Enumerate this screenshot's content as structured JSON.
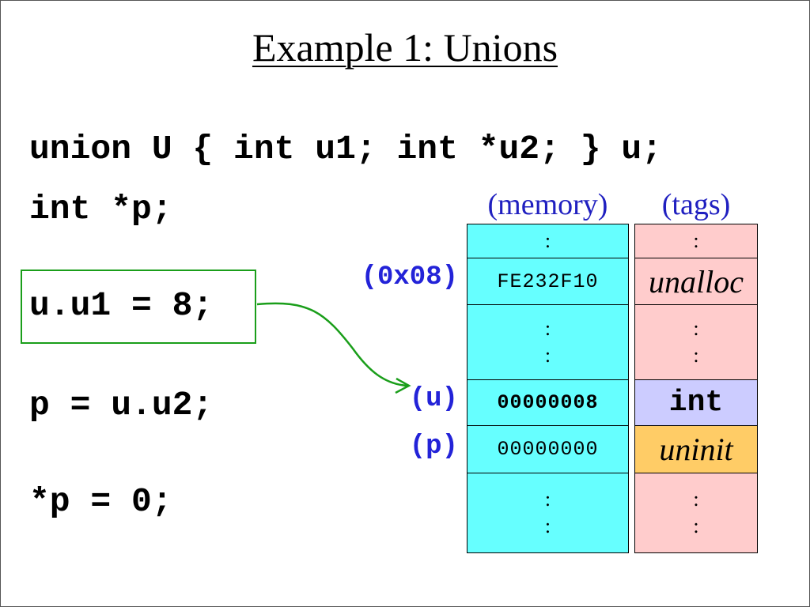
{
  "slide": {
    "title": "Example 1: Unions"
  },
  "code": {
    "line1": "union U { int u1; int *u2; } u;",
    "line2": "int *p;",
    "line3": "u.u1 = 8;",
    "line4": "p = u.u2;",
    "line5": "*p = 0;"
  },
  "headers": {
    "memory": "(memory)",
    "tags": "(tags)"
  },
  "addresses": {
    "addr_0x08": "(0x08)",
    "u": "(u)",
    "p": "(p)"
  },
  "memory": {
    "row0": [
      ":"
    ],
    "row1": [
      "FE232F10"
    ],
    "row2": [
      ":",
      ":"
    ],
    "row3": [
      "00000008"
    ],
    "row4": [
      "00000000"
    ],
    "row5": [
      ":",
      ":"
    ]
  },
  "tags": {
    "row0": [
      ":"
    ],
    "row1": [
      "unalloc"
    ],
    "row2": [
      ":",
      ":"
    ],
    "row3": [
      "int"
    ],
    "row4": [
      "uninit"
    ],
    "row5": [
      ":",
      ":"
    ]
  },
  "colors": {
    "memory_fill": "#66ffff",
    "tag_unalloc_fill": "#ffcccc",
    "tag_int_fill": "#ccccff",
    "tag_uninit_fill": "#ffcc66",
    "label_blue": "#2323d8",
    "arrow_green": "#1a9e1a"
  }
}
